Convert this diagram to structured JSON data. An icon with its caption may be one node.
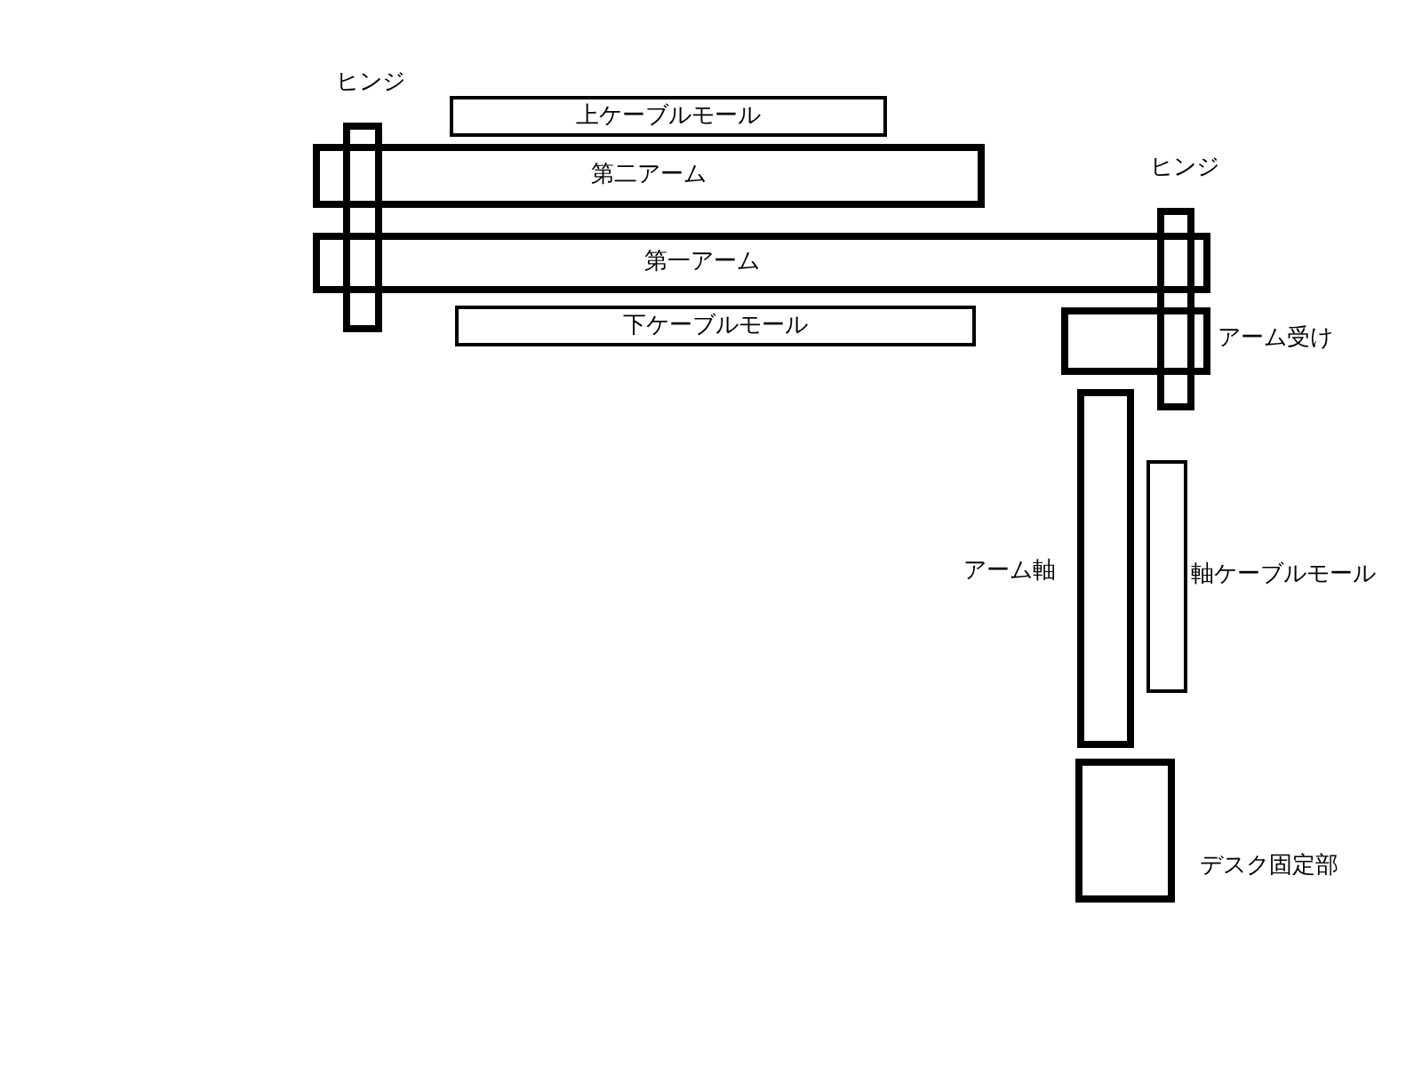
{
  "diagram": {
    "nodes": [
      {
        "text": [
          "ヒンジ"
        ]
      },
      {
        "text": [
          "上ケーブルモール"
        ]
      },
      {
        "text": [
          "第二アーム"
        ]
      },
      {
        "text": [
          "ヒンジ"
        ]
      },
      {
        "text": [
          "第一アーム"
        ]
      },
      {
        "text": [
          "下ケーブルモール"
        ]
      },
      {
        "text": [
          "アーム受け"
        ]
      },
      {
        "text": [
          "アーム軸"
        ]
      },
      {
        "text": [
          "軸ケーブルモール"
        ]
      },
      {
        "text": [
          "デスク固定部"
        ]
      }
    ]
  }
}
